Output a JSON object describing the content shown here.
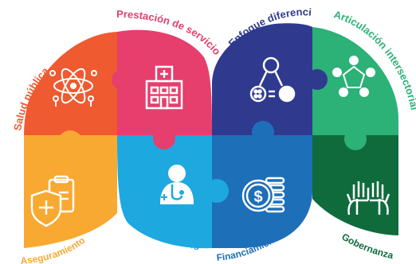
{
  "colors": {
    "salud_publica": "#EF5A30",
    "aseguramiento": "#F8A931",
    "prestacion": "#E63E6D",
    "talento": "#1EA8E0",
    "enfoque": "#2F3A8F",
    "financiamiento": "#1D6FB8",
    "articulacion": "#2CB177",
    "gobernanza": "#0F6B3C"
  },
  "labels": {
    "salud_publica": "Salud pública",
    "prestacion": "Prestación de servicios",
    "enfoque": "Enfoque diferencial",
    "articulacion": "Articulación intersectorial",
    "aseguramiento": "Aseguramiento",
    "talento": "Talento humano",
    "financiamiento": "Financiamiento",
    "gobernanza": "Gobernanza"
  },
  "icons": {
    "salud_publica": "atom-people-icon",
    "prestacion": "hospital-icon",
    "enfoque": "diversity-nodes-icon",
    "articulacion": "network-people-icon",
    "aseguramiento": "shield-clipboard-icon",
    "talento": "doctor-stethoscope-icon",
    "financiamiento": "dollar-coins-icon",
    "gobernanza": "raised-hands-icon"
  }
}
